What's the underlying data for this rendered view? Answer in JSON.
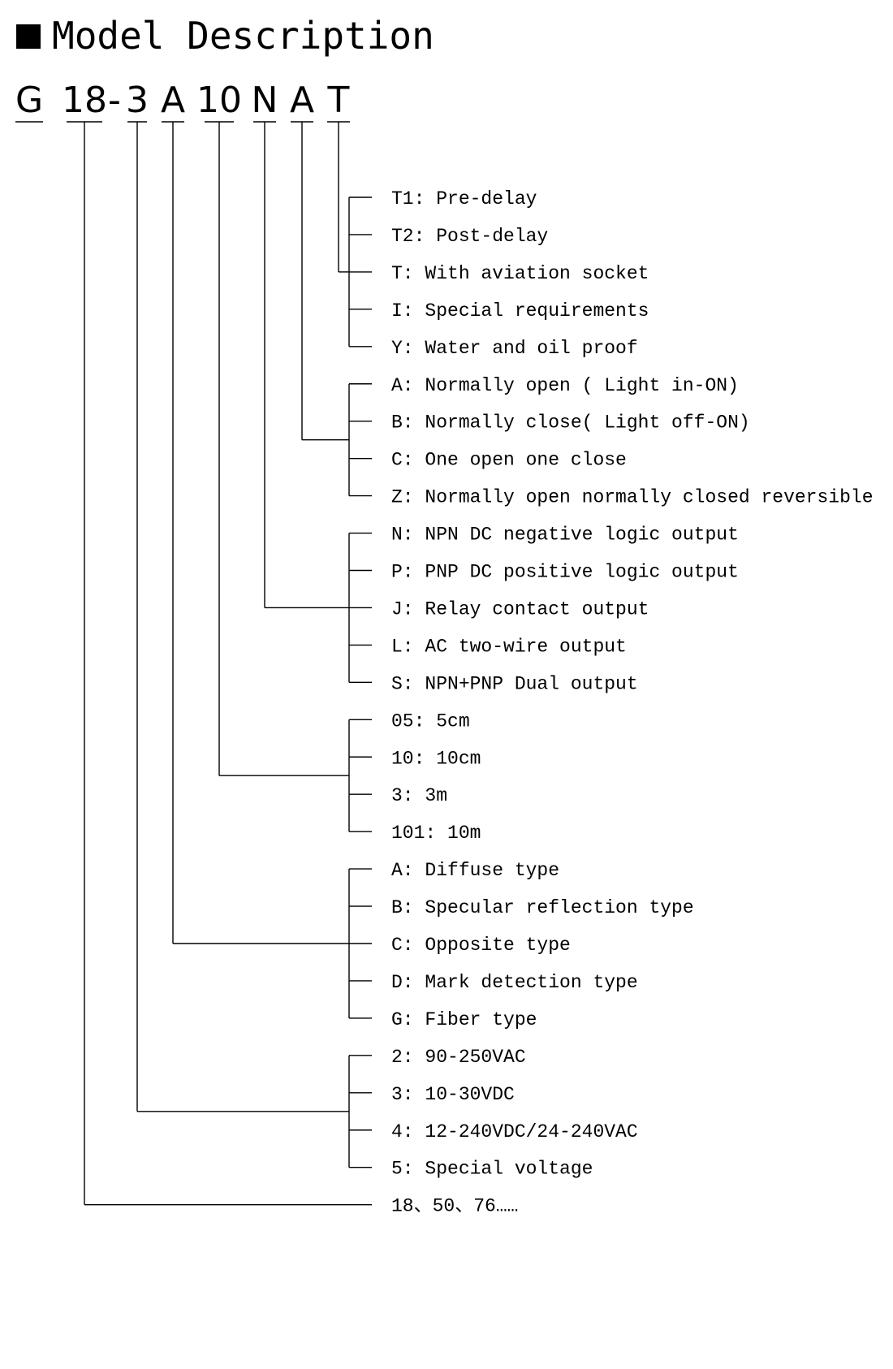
{
  "title": "Model Description",
  "colors": {
    "ink": "#000000",
    "background": "#ffffff"
  },
  "model_code": [
    {
      "text": "G"
    },
    {
      "text": "18"
    },
    {
      "text": "-"
    },
    {
      "text": "3"
    },
    {
      "text": "A"
    },
    {
      "text": "10"
    },
    {
      "text": "N"
    },
    {
      "text": "A"
    },
    {
      "text": "T"
    }
  ],
  "groups": [
    {
      "segment": 8,
      "items": [
        "T1: Pre-delay",
        "T2: Post-delay",
        "T: With aviation socket",
        "I: Special requirements",
        "Y: Water and oil proof"
      ]
    },
    {
      "segment": 7,
      "items": [
        "A: Normally open ( Light in-ON)",
        "B: Normally close( Light off-ON)",
        "C: One open one close",
        "Z: Normally open normally closed reversible"
      ]
    },
    {
      "segment": 6,
      "items": [
        "N: NPN DC negative logic output",
        "P: PNP DC positive logic output",
        "J: Relay contact output",
        "L: AC two-wire output",
        "S: NPN+PNP Dual output"
      ]
    },
    {
      "segment": 5,
      "items": [
        "05: 5cm",
        "10: 10cm",
        "3: 3m",
        "101: 10m"
      ]
    },
    {
      "segment": 4,
      "items": [
        "A: Diffuse type",
        "B: Specular reflection type",
        "C: Opposite type",
        "D: Mark detection type",
        "G: Fiber type"
      ]
    },
    {
      "segment": 3,
      "items": [
        "2: 90-250VAC",
        "3: 10-30VDC",
        "4: 12-240VDC/24-240VAC",
        "5: Special voltage"
      ]
    },
    {
      "segment": 1,
      "items": [
        "18、50、76……"
      ]
    }
  ]
}
